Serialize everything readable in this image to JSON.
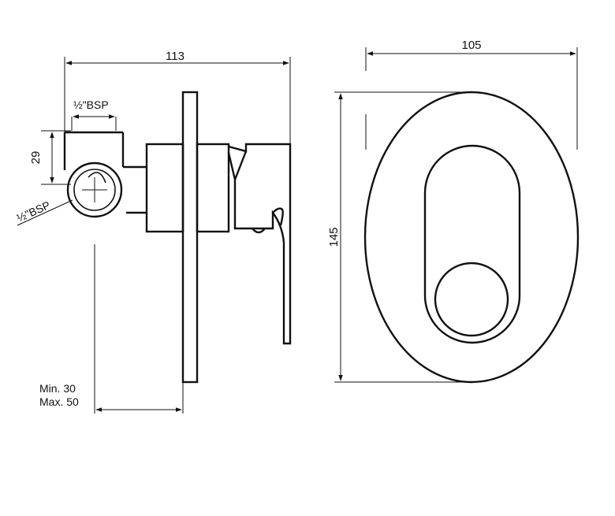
{
  "side_view": {
    "overall_width": "113",
    "inlet_thread": "½\"BSP",
    "outlet_thread": "½\"BSP",
    "inlet_offset": "29",
    "wall_depth_min": "Min. 30",
    "wall_depth_max": "Max. 50"
  },
  "front_view": {
    "width": "105",
    "height": "145"
  }
}
